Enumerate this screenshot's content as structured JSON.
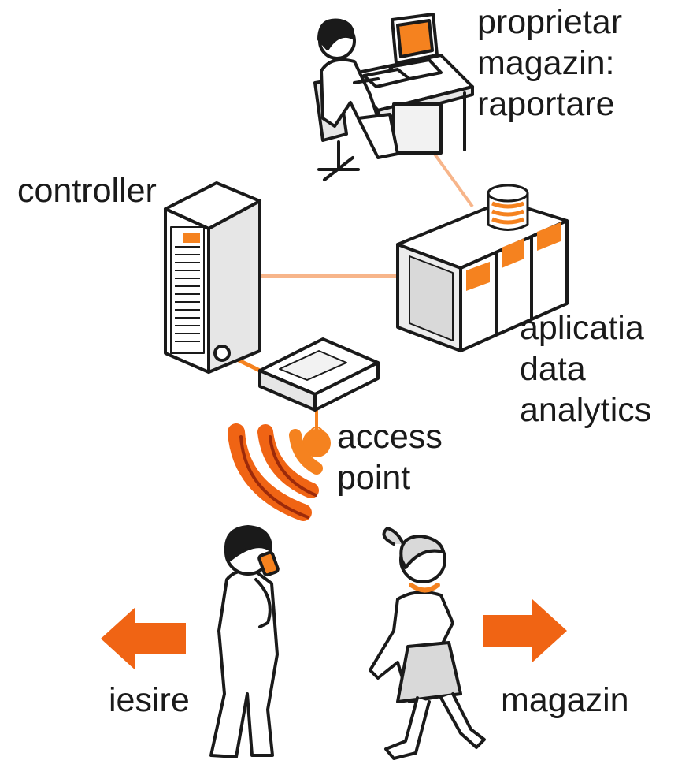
{
  "labels": {
    "owner": [
      "proprietar",
      "magazin:",
      "raportare"
    ],
    "controller": "controller",
    "analytics": [
      "aplicatia",
      "data",
      "analytics"
    ],
    "access_point": [
      "access",
      "point"
    ],
    "exit": "iesire",
    "store": "magazin"
  },
  "colors": {
    "accent": "#f5821f",
    "link_line": "#f7b58a",
    "outline": "#1a1a1a",
    "panel_gray": "#e6e6e6",
    "arrow": "#f06414"
  }
}
